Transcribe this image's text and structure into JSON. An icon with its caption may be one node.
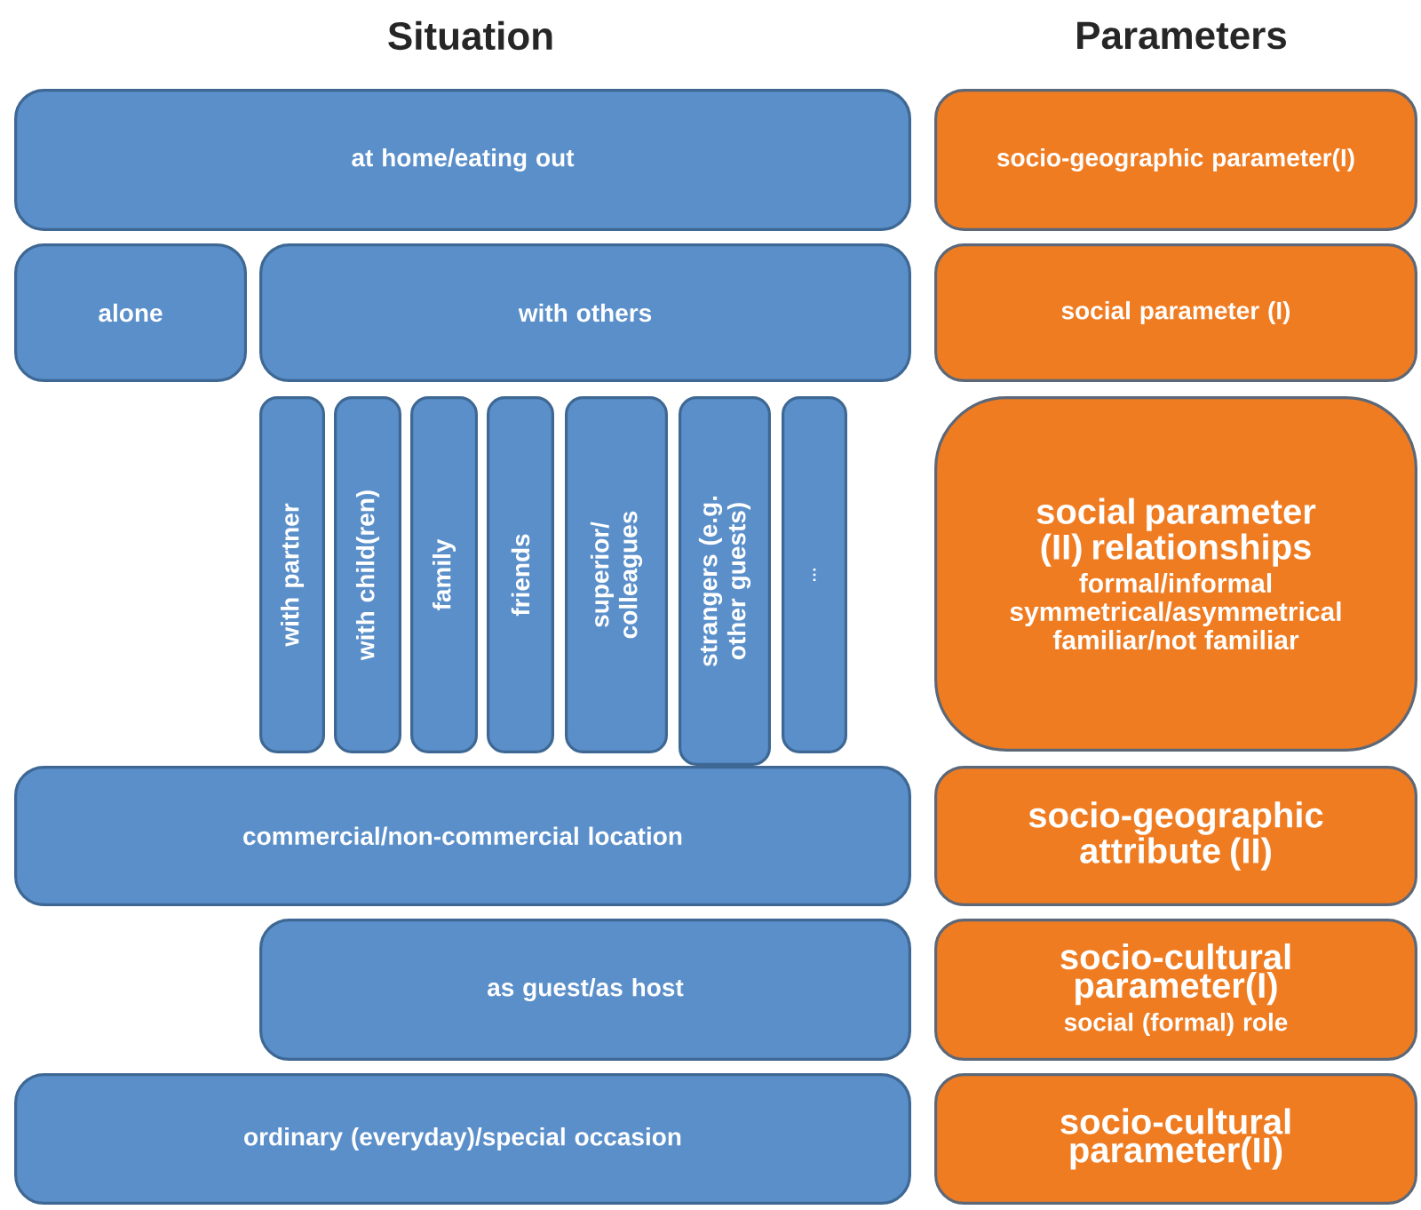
{
  "diagram": {
    "nodes": [
      {
        "text": [
          "at home/eating out"
        ]
      },
      {
        "text": [
          "socio-geographic parameter(I)"
        ]
      },
      {
        "text": [
          "alone"
        ]
      },
      {
        "text": [
          "with others"
        ]
      },
      {
        "text": [
          "social parameter (I)"
        ]
      },
      {
        "text": [
          "with partner"
        ]
      },
      {
        "text": [
          "with child(ren)"
        ]
      },
      {
        "text": [
          "family"
        ]
      },
      {
        "text": [
          "friends"
        ]
      },
      {
        "text": [
          "superior/ colleagues"
        ]
      },
      {
        "text": [
          "strangers (e.g. other guests)"
        ]
      },
      {
        "text": [
          "…"
        ]
      },
      {
        "text": [
          "social parameter (II) relationships",
          "formal/informal symmetrical/asymmetrical familiar/not familiar"
        ]
      },
      {
        "text": [
          "commercial/non-commercial location"
        ]
      },
      {
        "text": [
          "socio-geographic attribute (II)"
        ]
      },
      {
        "text": [
          "as guest/as host"
        ]
      },
      {
        "text": [
          "socio-cultural parameter(I)",
          "social (formal) role"
        ]
      },
      {
        "text": [
          "ordinary (everyday)/special occasion"
        ]
      },
      {
        "text": [
          "socio-cultural parameter(II)"
        ]
      }
    ],
    "labels": [
      "Situation",
      "Parameters"
    ]
  }
}
